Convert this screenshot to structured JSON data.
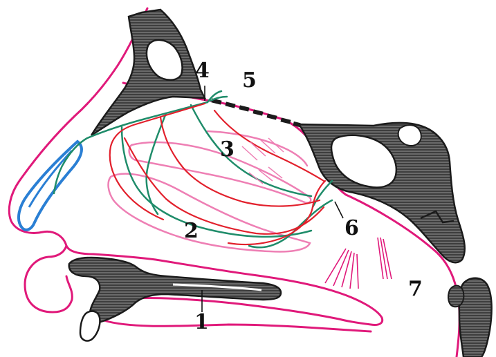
{
  "labels": {
    "l1": "1",
    "l2": "2",
    "l3": "3",
    "l4": "4",
    "l5": "5",
    "l6": "6",
    "l7": "7"
  },
  "colors": {
    "mucosa": "#e0197a",
    "mucosa_light": "#ee7fb4",
    "artery": "#e2202c",
    "nerve": "#1f8c6a",
    "cartilage": "#2a7fd4",
    "bone_fill": "#5b5b5b",
    "bone_edge": "#1b1b1b",
    "ink": "#111111"
  },
  "icons": {
    "bone": "hatched-bone-shape",
    "cartilage": "blue-cartilage-strip",
    "vessel": "red-vessel-line",
    "nerve": "green-nerve-line"
  }
}
